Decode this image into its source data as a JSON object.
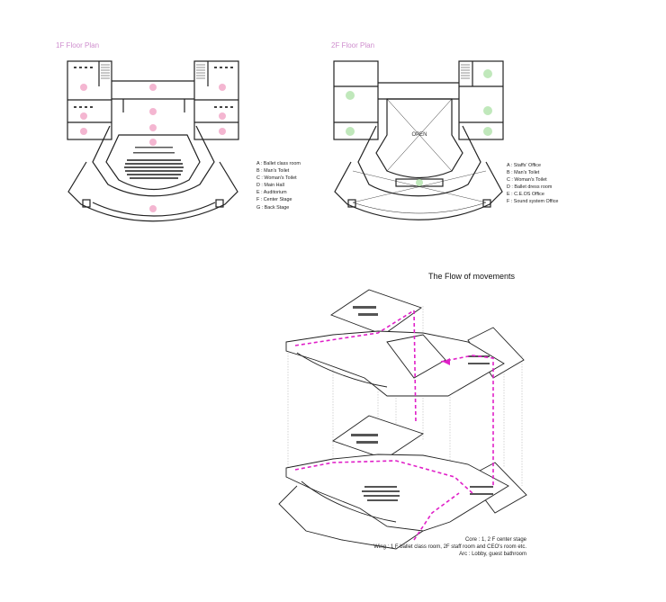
{
  "plan1": {
    "title": "1F Floor Plan",
    "legend": [
      "A : Ballet class room",
      "B : Man's Toilet",
      "C : Woman's Toilet",
      "D : Main Hall",
      "E : Auditorium",
      "F : Center Stage",
      "G : Back Stage"
    ],
    "marker_color": "#f2a9c9"
  },
  "plan2": {
    "title": "2F Floor Plan",
    "open_label": "OPEN",
    "legend": [
      "A : Staffs' Office",
      "B : Man's Toilet",
      "C : Woman's Toilet",
      "D : Ballet dress room",
      "E : C.E.OS Office",
      "F : Sound system Office"
    ],
    "marker_color": "#b9e6b4"
  },
  "flow": {
    "title": "The Flow of movements",
    "path_color": "#e020c8",
    "caption": [
      "Core :  1, 2 F center stage",
      "Wing : 1 F ballet class room, 2F staff room and CEO's room etc.",
      "Arc : Lobby, guest bathroom"
    ]
  }
}
